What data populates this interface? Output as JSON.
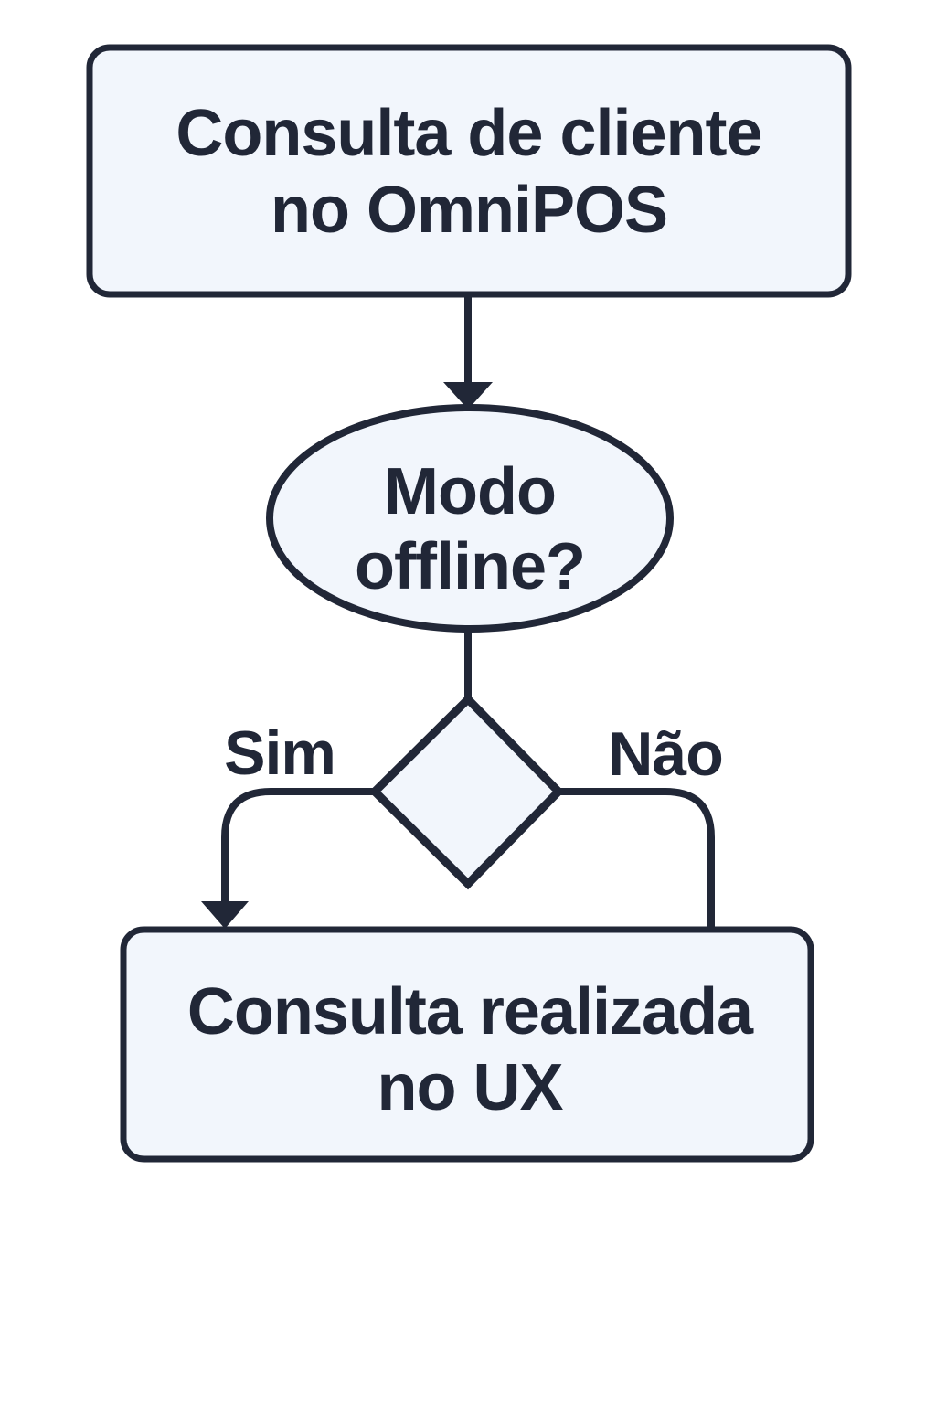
{
  "theme": {
    "bg": "#ffffff",
    "node-fill": "#f2f6fc",
    "stroke": "#212737",
    "text": "#212737"
  },
  "diagram": {
    "type": "flowchart",
    "nodes": {
      "start": {
        "shape": "rounded-rectangle",
        "line1": "Consulta de cliente",
        "line2": "no OmniPOS"
      },
      "decision": {
        "shape": "ellipse",
        "line1": "Modo",
        "line2": "offline?"
      },
      "branch": {
        "shape": "diamond",
        "label": ""
      },
      "end": {
        "shape": "rounded-rectangle",
        "line1": "Consulta realizada",
        "line2": "no UX"
      }
    },
    "edges": {
      "yes": {
        "label": "Sim"
      },
      "no": {
        "label": "Não"
      }
    }
  }
}
